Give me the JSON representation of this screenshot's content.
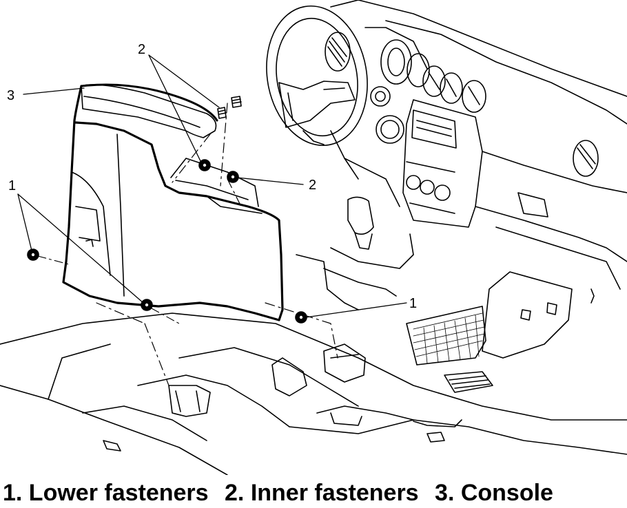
{
  "callouts": {
    "lower_a": "1",
    "lower_b": "1",
    "inner_a": "2",
    "inner_b": "2",
    "console": "3"
  },
  "legend": {
    "item1": "1. Lower fasteners",
    "item2": "2. Inner fasteners",
    "item3": "3. Console"
  }
}
